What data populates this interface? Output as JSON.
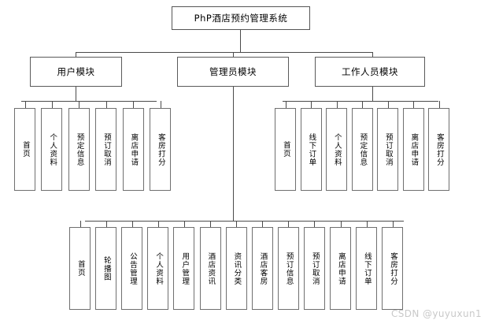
{
  "diagram": {
    "type": "tree-hierarchy-chart",
    "root": {
      "label": "PhP酒店预约管理系统"
    },
    "modules": [
      {
        "id": "user",
        "label": "用户模块"
      },
      {
        "id": "admin",
        "label": "管理员模块"
      },
      {
        "id": "staff",
        "label": "工作人员模块"
      }
    ],
    "user_leaves": [
      {
        "label": "首页"
      },
      {
        "label": "个人资料"
      },
      {
        "label": "预定信息"
      },
      {
        "label": "预订取消"
      },
      {
        "label": "离店申请"
      },
      {
        "label": "客房打分"
      }
    ],
    "staff_leaves": [
      {
        "label": "首页"
      },
      {
        "label": "线下订单"
      },
      {
        "label": "个人资料"
      },
      {
        "label": "预定信息"
      },
      {
        "label": "预订取消"
      },
      {
        "label": "离店申请"
      },
      {
        "label": "客房打分"
      }
    ],
    "admin_leaves": [
      {
        "label": "首页"
      },
      {
        "label": "轮播图"
      },
      {
        "label": "公告管理"
      },
      {
        "label": "个人资料"
      },
      {
        "label": "用户管理"
      },
      {
        "label": "酒店资讯"
      },
      {
        "label": "资讯分类"
      },
      {
        "label": "酒店客房"
      },
      {
        "label": "预订信息"
      },
      {
        "label": "预订取消"
      },
      {
        "label": "离店申请"
      },
      {
        "label": "线下订单"
      },
      {
        "label": "客房打分"
      }
    ]
  },
  "watermark": {
    "text": "CSDN @yuyuxun1"
  },
  "colors": {
    "background": "#ffffff",
    "box_border": "#6d6d6d",
    "line": "#4a4a4a",
    "text": "#000000",
    "watermark": "#c9c9c9"
  }
}
